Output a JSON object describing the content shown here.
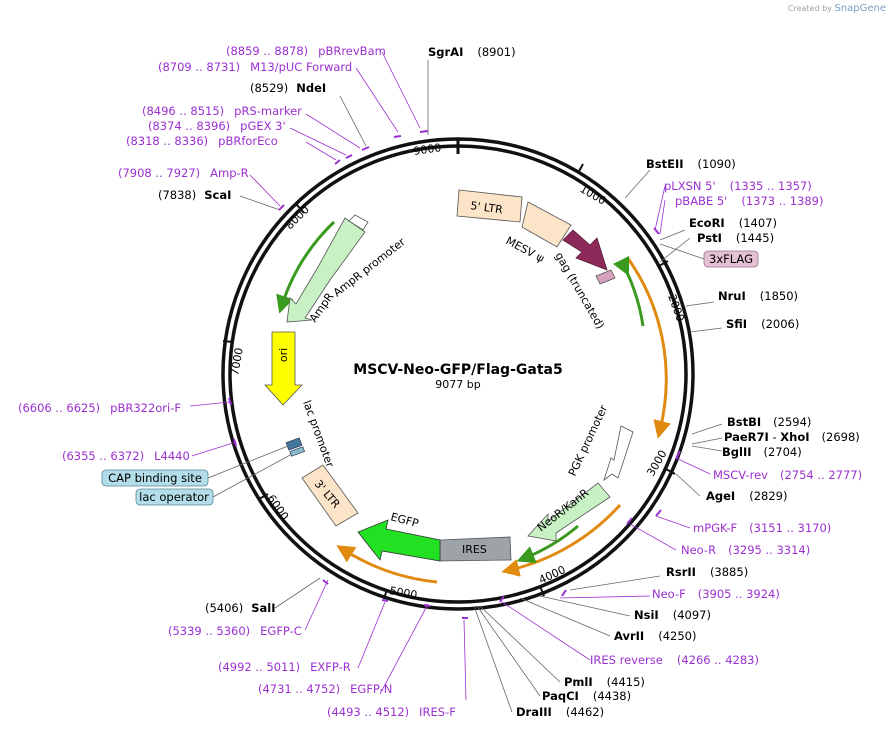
{
  "credit": {
    "prefix": "Created by",
    "brand": "SnapGene"
  },
  "plasmid": {
    "name": "MSCV-Neo-GFP/Flag-Gata5",
    "length_text": "9077 bp"
  },
  "ticks": [
    "1000",
    "2000",
    "3000",
    "4000",
    "5000",
    "6000",
    "7000",
    "8000",
    "9000"
  ],
  "features": [
    {
      "name": "5' LTR",
      "label": "5' LTR",
      "color": "#fce4c8"
    },
    {
      "name": "psi",
      "label": "MESV ψ",
      "color": "#fce4c8"
    },
    {
      "name": "gag",
      "label": "gag (truncated)",
      "color": "#8e2a5a"
    },
    {
      "name": "3xFLAG",
      "label": "3xFLAG",
      "color": "#d7a2bd"
    },
    {
      "name": "PGK promoter",
      "label": "PGK promoter",
      "color": "#ffffff"
    },
    {
      "name": "NeoR/KanR",
      "label": "NeoR/KanR",
      "color": "#c9f2c4"
    },
    {
      "name": "IRES",
      "label": "IRES",
      "color": "#9ea3a8"
    },
    {
      "name": "EGFP",
      "label": "EGFP",
      "color": "#22e022"
    },
    {
      "name": "3' LTR",
      "label": "3' LTR",
      "color": "#fce4c8"
    },
    {
      "name": "lac promoter",
      "label": "lac promoter",
      "color": "#ffffff"
    },
    {
      "name": "ori",
      "label": "ori",
      "color": "#ffff00"
    },
    {
      "name": "AmpR",
      "label": "AmpR",
      "color": "#c9f2c4"
    },
    {
      "name": "AmpR promoter",
      "label": "AmpR promoter",
      "color": "#ffffff"
    }
  ],
  "feature_boxes": [
    {
      "label": "3xFLAG",
      "color": "#e3c0d2"
    },
    {
      "label": "CAP binding site",
      "color": "#b3dde8"
    },
    {
      "label": "lac operator",
      "color": "#b3dde8"
    }
  ],
  "sites": [
    {
      "name": "SgrAI",
      "pos": "(8901)"
    },
    {
      "name": "BstEII",
      "pos": "(1090)"
    },
    {
      "name": "EcoRI",
      "pos": "(1407)"
    },
    {
      "name": "PstI",
      "pos": "(1445)"
    },
    {
      "name": "NruI",
      "pos": "(1850)"
    },
    {
      "name": "SfiI",
      "pos": "(2006)"
    },
    {
      "name": "BstBI",
      "pos": "(2594)"
    },
    {
      "name": "PaeR7I",
      "sep": " - ",
      "name2": "XhoI",
      "pos": "(2698)"
    },
    {
      "name": "BglII",
      "pos": "(2704)"
    },
    {
      "name": "AgeI",
      "pos": "(2829)"
    },
    {
      "name": "RsrII",
      "pos": "(3885)"
    },
    {
      "name": "NsiI",
      "pos": "(4097)"
    },
    {
      "name": "AvrII",
      "pos": "(4250)"
    },
    {
      "name": "PmlI",
      "pos": "(4415)"
    },
    {
      "name": "PaqCI",
      "pos": "(4438)"
    },
    {
      "name": "DraIII",
      "pos": "(4462)"
    },
    {
      "name": "SalI",
      "pos": "(5406)"
    },
    {
      "name": "ScaI",
      "pos": "(7838)"
    },
    {
      "name": "NdeI",
      "pos": "(8529)"
    }
  ],
  "primers": [
    {
      "name": "pBRrevBam",
      "range": "(8859 .. 8878)"
    },
    {
      "name": "M13/pUC Forward",
      "range": "(8709 .. 8731)"
    },
    {
      "name": "pRS-marker",
      "range": "(8496 .. 8515)"
    },
    {
      "name": "pGEX 3'",
      "range": "(8374 .. 8396)"
    },
    {
      "name": "pBRforEco",
      "range": "(8318 .. 8336)"
    },
    {
      "name": "Amp-R",
      "range": "(7908 .. 7927)"
    },
    {
      "name": "pLXSN 5'",
      "range": "(1335 .. 1357)"
    },
    {
      "name": "pBABE 5'",
      "range": "(1373 .. 1389)"
    },
    {
      "name": "MSCV-rev",
      "range": "(2754 .. 2777)"
    },
    {
      "name": "mPGK-F",
      "range": "(3151 .. 3170)"
    },
    {
      "name": "Neo-R",
      "range": "(3295 .. 3314)"
    },
    {
      "name": "Neo-F",
      "range": "(3905 .. 3924)"
    },
    {
      "name": "IRES reverse",
      "range": "(4266 .. 4283)"
    },
    {
      "name": "IRES-F",
      "range": "(4493 .. 4512)"
    },
    {
      "name": "EGFP-N",
      "range": "(4731 .. 4752)"
    },
    {
      "name": "EXFP-R",
      "range": "(4992 .. 5011)"
    },
    {
      "name": "EGFP-C",
      "range": "(5339 .. 5360)"
    },
    {
      "name": "pBR322ori-F",
      "range": "(6606 .. 6625)"
    },
    {
      "name": "L4440",
      "range": "(6355 .. 6372)"
    }
  ],
  "colors": {
    "primer": "#9b30d0",
    "orf_arrow": "#f0a020",
    "orf_arrow_green": "#58b028",
    "backbone": "#111111"
  }
}
